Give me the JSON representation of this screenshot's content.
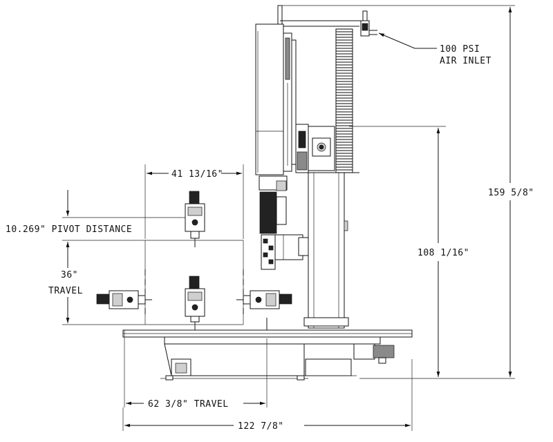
{
  "dimensions": {
    "air_inlet_line1": "100 PSI",
    "air_inlet_line2": "AIR INLET",
    "total_height": "159 5/8\"",
    "column_height": "108 1/16\"",
    "head_width": "41 13/16\"",
    "pivot_distance": "10.269\" PIVOT DISTANCE",
    "travel_vertical_value": "36\"",
    "travel_vertical_label": "TRAVEL",
    "travel_horizontal": "62 3/8\" TRAVEL",
    "overall_width": "122 7/8\""
  }
}
